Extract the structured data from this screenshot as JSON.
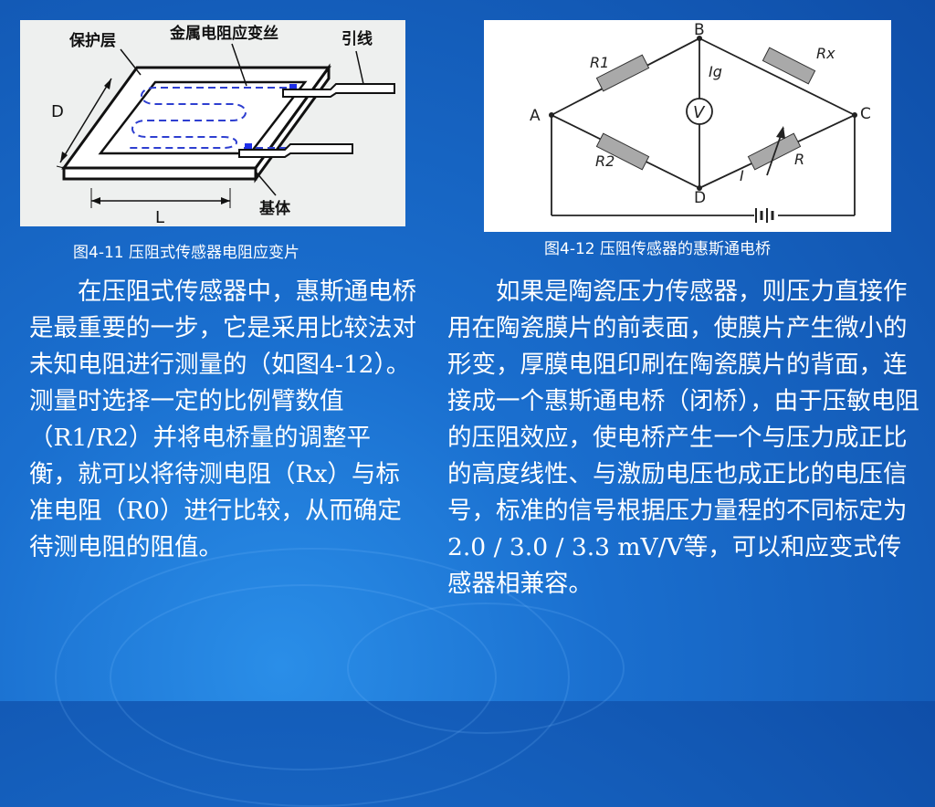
{
  "figure1": {
    "label_protective": "保护层",
    "label_wire": "金属电阻应变丝",
    "label_lead": "引线",
    "label_d": "D",
    "label_l": "L",
    "label_base": "基体",
    "caption": "图4-11 压阻式传感器电阻应变片"
  },
  "figure2": {
    "node_a": "A",
    "node_b": "B",
    "node_c": "C",
    "node_d": "D",
    "r1": "R1",
    "r2": "R2",
    "rx": "Rx",
    "r": "R",
    "ig": "Ig",
    "i": "I",
    "meter": "V",
    "caption": "图4-12 压阻传感器的惠斯通电桥"
  },
  "text": {
    "left_paragraph": "在压阻式传感器中，惠斯通电桥是最重要的一步，它是采用比较法对未知电阻进行测量的（如图4-12）。测量时选择一定的比例臂数值（R1/R2）并将电桥量的调整平衡，就可以将待测电阻（Rx）与标准电阻（R0）进行比较，从而确定待测电阻的阻值。",
    "right_paragraph": "如果是陶瓷压力传感器，则压力直接作用在陶瓷膜片的前表面，使膜片产生微小的形变，厚膜电阻印刷在陶瓷膜片的背面，连接成一个惠斯通电桥（闭桥），由于压敏电阻的压阻效应，使电桥产生一个与压力成正比的高度线性、与激励电压也成正比的电压信号，标准的信号根据压力量程的不同标定为2.0 / 3.0 / 3.3 mV/V等，可以和应变式传感器相兼容。"
  }
}
